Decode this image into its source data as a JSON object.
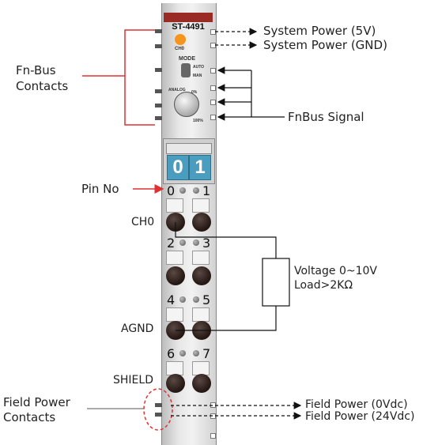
{
  "module": {
    "model": "ST-4491",
    "ch_label": "CH0",
    "mode_label": "MODE",
    "auto_label": "AUTO",
    "man_label": "MAN",
    "analog_label": "ANALOG",
    "pct0_label": "0%",
    "pct100_label": "100%",
    "display_digits": [
      "0",
      "1"
    ]
  },
  "pins": [
    "0",
    "1",
    "2",
    "3",
    "4",
    "5",
    "6",
    "7"
  ],
  "labels": {
    "fn_bus": "Fn-Bus",
    "contacts": "Contacts",
    "pin_no": "Pin No",
    "ch0": "CH0",
    "agnd": "AGND",
    "shield": "SHIELD",
    "field_power": "Field Power",
    "contacts2": "Contacts",
    "sys_power_5v": "System Power (5V)",
    "sys_power_gnd": "System Power (GND)",
    "fnbus_signal": "FnBus Signal",
    "voltage": "Voltage 0~10V",
    "load": "Load>2KΩ",
    "field_power_0": "Field Power (0Vdc)",
    "field_power_24": "Field Power (24Vdc)"
  },
  "colors": {
    "red": "#e03131",
    "head": "#9a2a24",
    "led": "#f7941d",
    "display": "#4a9dbf"
  }
}
